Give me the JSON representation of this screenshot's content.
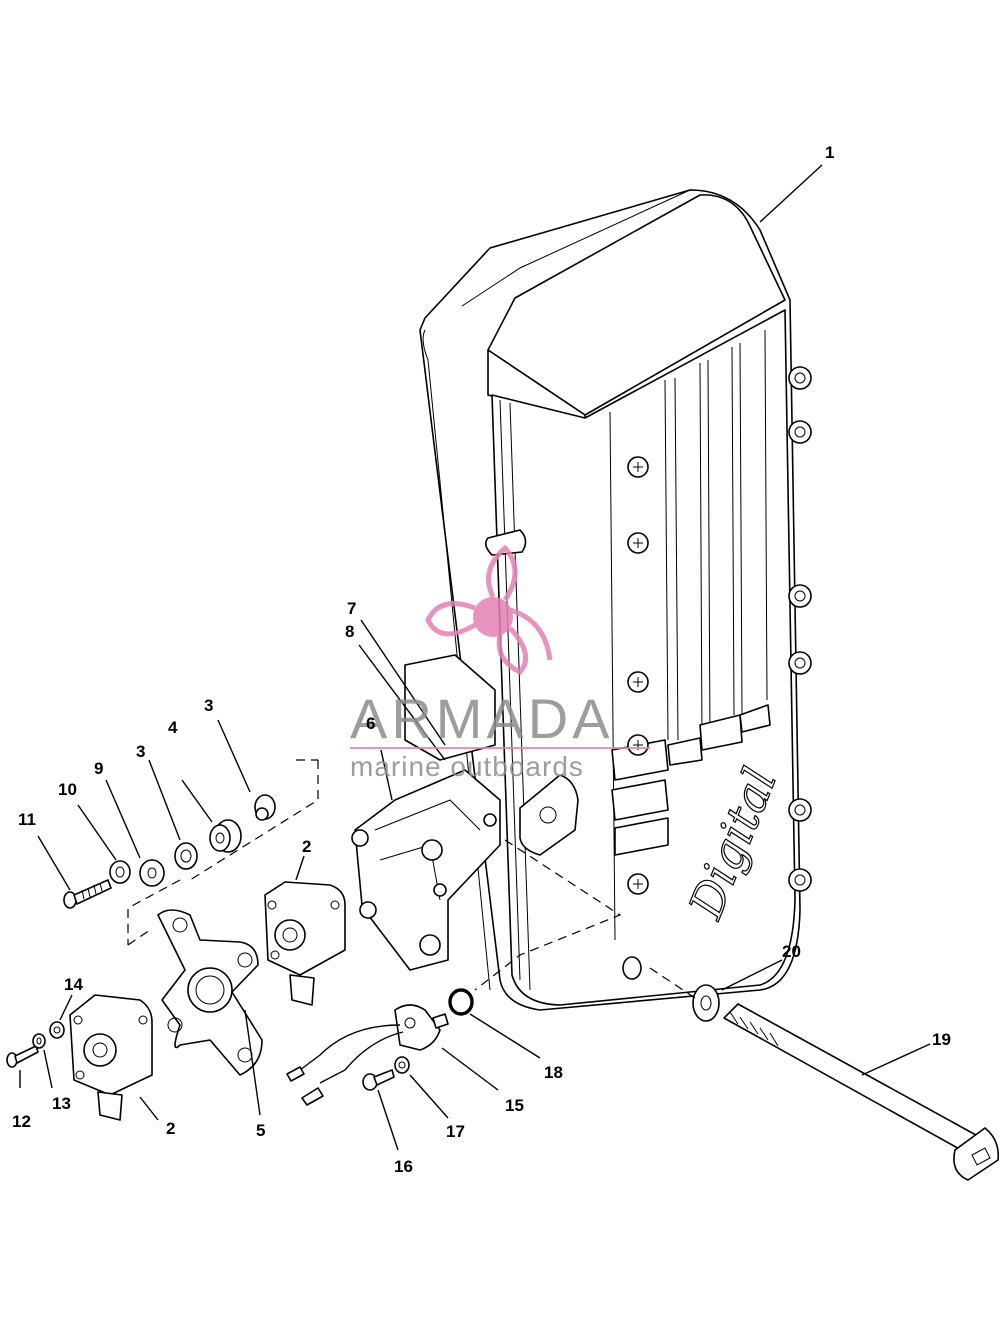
{
  "diagram": {
    "callouts": [
      {
        "id": "c1",
        "text": "1"
      },
      {
        "id": "c2a",
        "text": "2"
      },
      {
        "id": "c2b",
        "text": "2"
      },
      {
        "id": "c3a",
        "text": "3"
      },
      {
        "id": "c3b",
        "text": "3"
      },
      {
        "id": "c4",
        "text": "4"
      },
      {
        "id": "c5",
        "text": "5"
      },
      {
        "id": "c6",
        "text": "6"
      },
      {
        "id": "c7",
        "text": "7"
      },
      {
        "id": "c8",
        "text": "8"
      },
      {
        "id": "c9",
        "text": "9"
      },
      {
        "id": "c10",
        "text": "10"
      },
      {
        "id": "c11",
        "text": "11"
      },
      {
        "id": "c12",
        "text": "12"
      },
      {
        "id": "c13",
        "text": "13"
      },
      {
        "id": "c14",
        "text": "14"
      },
      {
        "id": "c15",
        "text": "15"
      },
      {
        "id": "c16",
        "text": "16"
      },
      {
        "id": "c17",
        "text": "17"
      },
      {
        "id": "c18",
        "text": "18"
      },
      {
        "id": "c19",
        "text": "19"
      },
      {
        "id": "c20",
        "text": "20"
      }
    ],
    "cover_script": "Digital"
  },
  "watermark": {
    "brand": "ARMADA",
    "tagline": "marine outboards",
    "logo_icon": "propeller-icon",
    "color": "#e47fb4"
  }
}
